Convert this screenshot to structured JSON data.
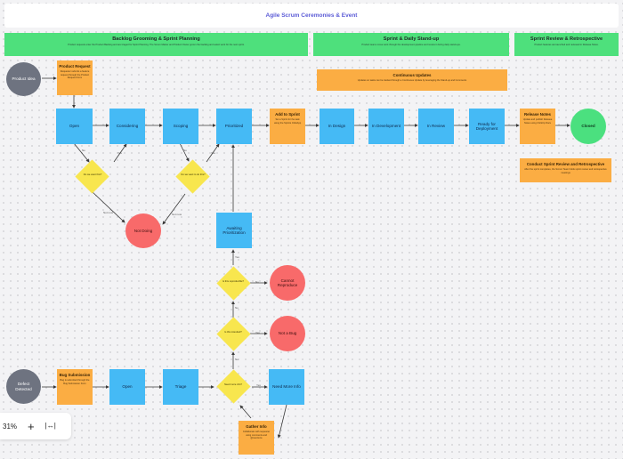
{
  "title": "Agile Scrum Ceremonies & Event",
  "bands": {
    "backlog": {
      "title": "Backlog Grooming & Sprint Planning",
      "desc": "Product requests enter the Product Backlog and are triaged for Sprint Planning. The Scrum Master and Product Owner groom the backlog and select work for the next sprint."
    },
    "standup": {
      "title": "Sprint & Daily Stand-up",
      "desc": "Product teams move work through the development pipeline and review it during daily stand-ups."
    },
    "review": {
      "title": "Sprint Review & Retrospective",
      "desc": "Product features are launched and reviewed in Release Notes."
    }
  },
  "nodes": {
    "product_idea": "Product Idea",
    "product_request": {
      "title": "Product Request",
      "desc": "Requester submits a feature request through the Product Request Form"
    },
    "open": "Open",
    "considering": "Considering",
    "scoping": "Scoping",
    "prioritized": "Prioritized",
    "add_to_sprint": {
      "title": "Add to Sprint",
      "desc": "Set a Sprint for the task using the Sprints ClickApp"
    },
    "in_design": "In Design",
    "in_development": "In Development",
    "in_review": "In Review",
    "ready_for_deployment": "Ready for Deployment",
    "release_notes": {
      "title": "Release Notes",
      "desc": "Update and publish Release Notes using ClickUp Docs"
    },
    "closed": "Closed",
    "continuous_updates": {
      "title": "Continuous Updates",
      "desc": "Updates on tasks can be tracked through a Continuous Update by leveraging the Stand-up and Comments"
    },
    "conduct_review": {
      "title": "Conduct Sprint Review and Retrospective",
      "desc": "After the sprint completes, the Scrum Team holds sprint review and retrospective meetings"
    },
    "not_doing": "Not Doing",
    "awaiting_prioritization": "Awaiting Prioritization",
    "cannot_reproduce": "Cannot Reproduce",
    "not_a_bug": "Not a Bug",
    "defect_detected": "Defect Detected",
    "bug_submission": {
      "title": "Bug Submission",
      "desc": "Bug is submitted through the Bug Submission Form"
    },
    "bug_open": "Open",
    "triage": "Triage",
    "need_more_info": "Need More Info",
    "gather_info": {
      "title": "Gather Info",
      "desc": "Collaborate with requester using comments and @mentions"
    }
  },
  "decisions": {
    "d1": "Do we want this?",
    "d2": "Do we want to do this?",
    "d3": "Is this reproducible?",
    "d4": "Is this intended?",
    "d5": "Need more info?"
  },
  "edge_labels": {
    "no1": "No",
    "yes1": "Yes",
    "not_now1": "Not now",
    "not_now2": "Not now",
    "yes2": "Yes",
    "no2": "No",
    "no3": "No",
    "yes3": "Yes",
    "yes4": "Yes",
    "yes5": "Yes",
    "no4": "No",
    "no5": "No"
  },
  "zoom": {
    "level": "31%",
    "plus": "+",
    "fit": "|↔|"
  },
  "colors": {
    "process": "#45baf5",
    "action": "#fbad43",
    "decision": "#f8e64e",
    "terminal_negative": "#f86a6a",
    "terminal_positive": "#4be07f",
    "start": "#6e7380",
    "band": "#4ee07c",
    "title": "#5b5bd6"
  }
}
